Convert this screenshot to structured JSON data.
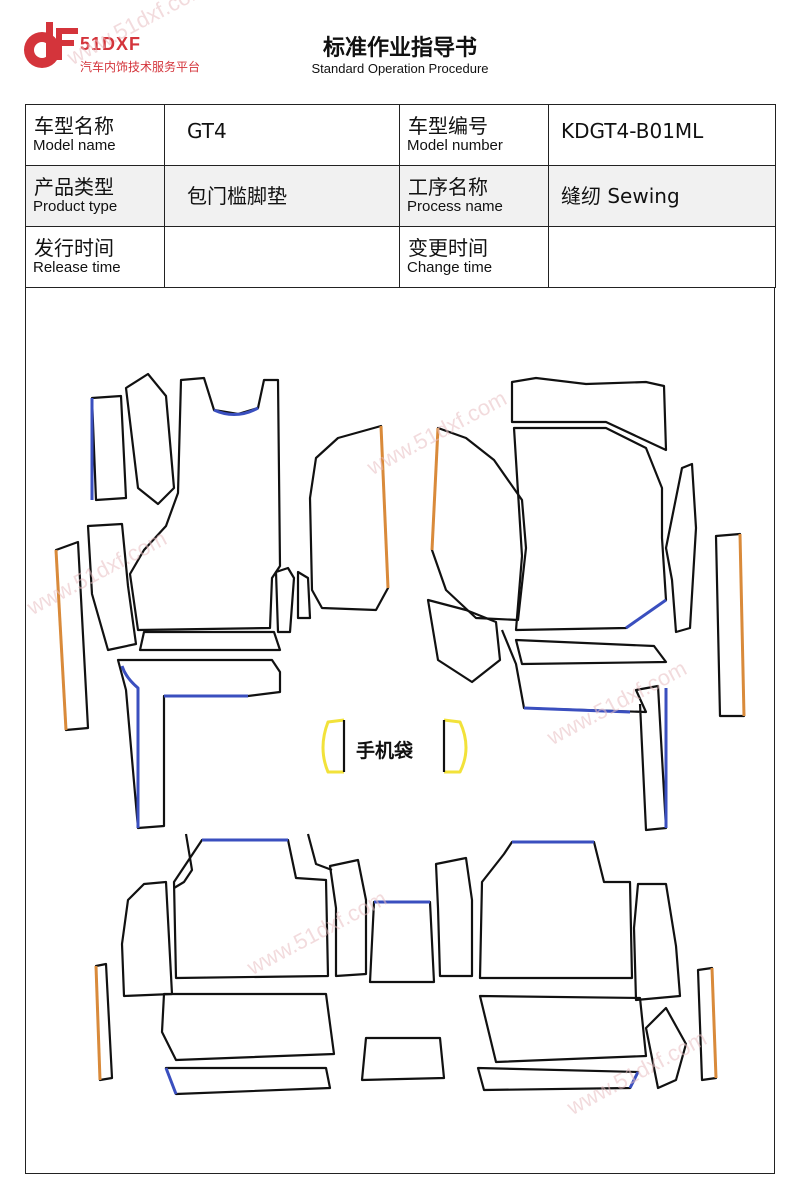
{
  "header": {
    "brand": "51DXF",
    "brand_sub": "汽车内饰技术服务平台",
    "title": "标准作业指导书",
    "subtitle": "Standard Operation Procedure"
  },
  "info": {
    "row1": {
      "label1_cn": "车型名称",
      "label1_en": "Model name",
      "value1": "GT4",
      "label2_cn": "车型编号",
      "label2_en": "Model number",
      "value2": "KDGT4-B01ML"
    },
    "row2": {
      "label1_cn": "产品类型",
      "label1_en": "Product type",
      "value1": "包门槛脚垫",
      "label2_cn": "工序名称",
      "label2_en": "Process name",
      "value2": "缝纫 Sewing"
    },
    "row3": {
      "label1_cn": "发行时间",
      "label1_en": "Release time",
      "value1": "",
      "label2_cn": "变更时间",
      "label2_en": "Change time",
      "value2": ""
    }
  },
  "diagram": {
    "phone_pocket_label": "手机袋"
  },
  "watermark": "www.51dxf.com",
  "colors": {
    "brand_red": "#d4343b",
    "outline": "#111111",
    "edge_blue": "#3a4fbf",
    "edge_orange": "#d98a3a",
    "pocket_yellow": "#f2e23a"
  }
}
